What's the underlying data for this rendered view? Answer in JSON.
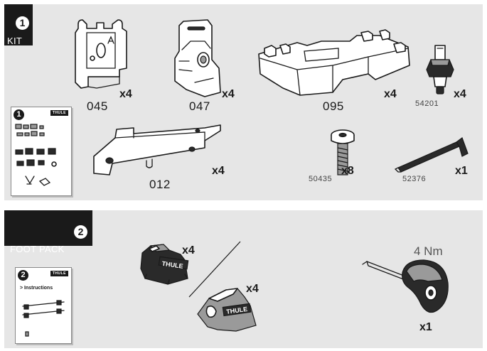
{
  "kit": {
    "tab_label": "KIT",
    "tab_number": "1",
    "booklet_number": "1",
    "booklet_logo": "THULE",
    "parts": [
      {
        "code": "045",
        "qty": "x4"
      },
      {
        "code": "047",
        "qty": "x4"
      },
      {
        "code": "095",
        "qty": "x4"
      },
      {
        "code": "54201",
        "qty": "x4"
      },
      {
        "code": "012",
        "qty": "x4"
      },
      {
        "code": "50435",
        "qty": "x8"
      },
      {
        "code": "52376",
        "qty": "x1"
      }
    ]
  },
  "foot_pack": {
    "tab_label": "FOOT PACK",
    "tab_number": "2",
    "booklet_number": "2",
    "booklet_logo": "THULE",
    "booklet_title": "> Instructions",
    "foot_logo": "THULE",
    "foot_qty_top": "x4",
    "foot_qty_bottom": "x4",
    "torque": "4 Nm",
    "tool_qty": "x1"
  },
  "icons": {
    "kit_bracket_045": "bracket-icon",
    "kit_bracket_047": "clamp-icon",
    "kit_adapter_095": "adapter-icon",
    "kit_knob_54201": "knob-icon",
    "kit_plate_012": "plate-icon",
    "kit_bolt_50435": "bolt-icon",
    "kit_allen_52376": "allen-key-icon",
    "foot_pack_foot": "roof-foot-icon",
    "foot_pack_cover": "foot-cover-icon",
    "foot_pack_torque_tool": "torque-key-icon"
  }
}
